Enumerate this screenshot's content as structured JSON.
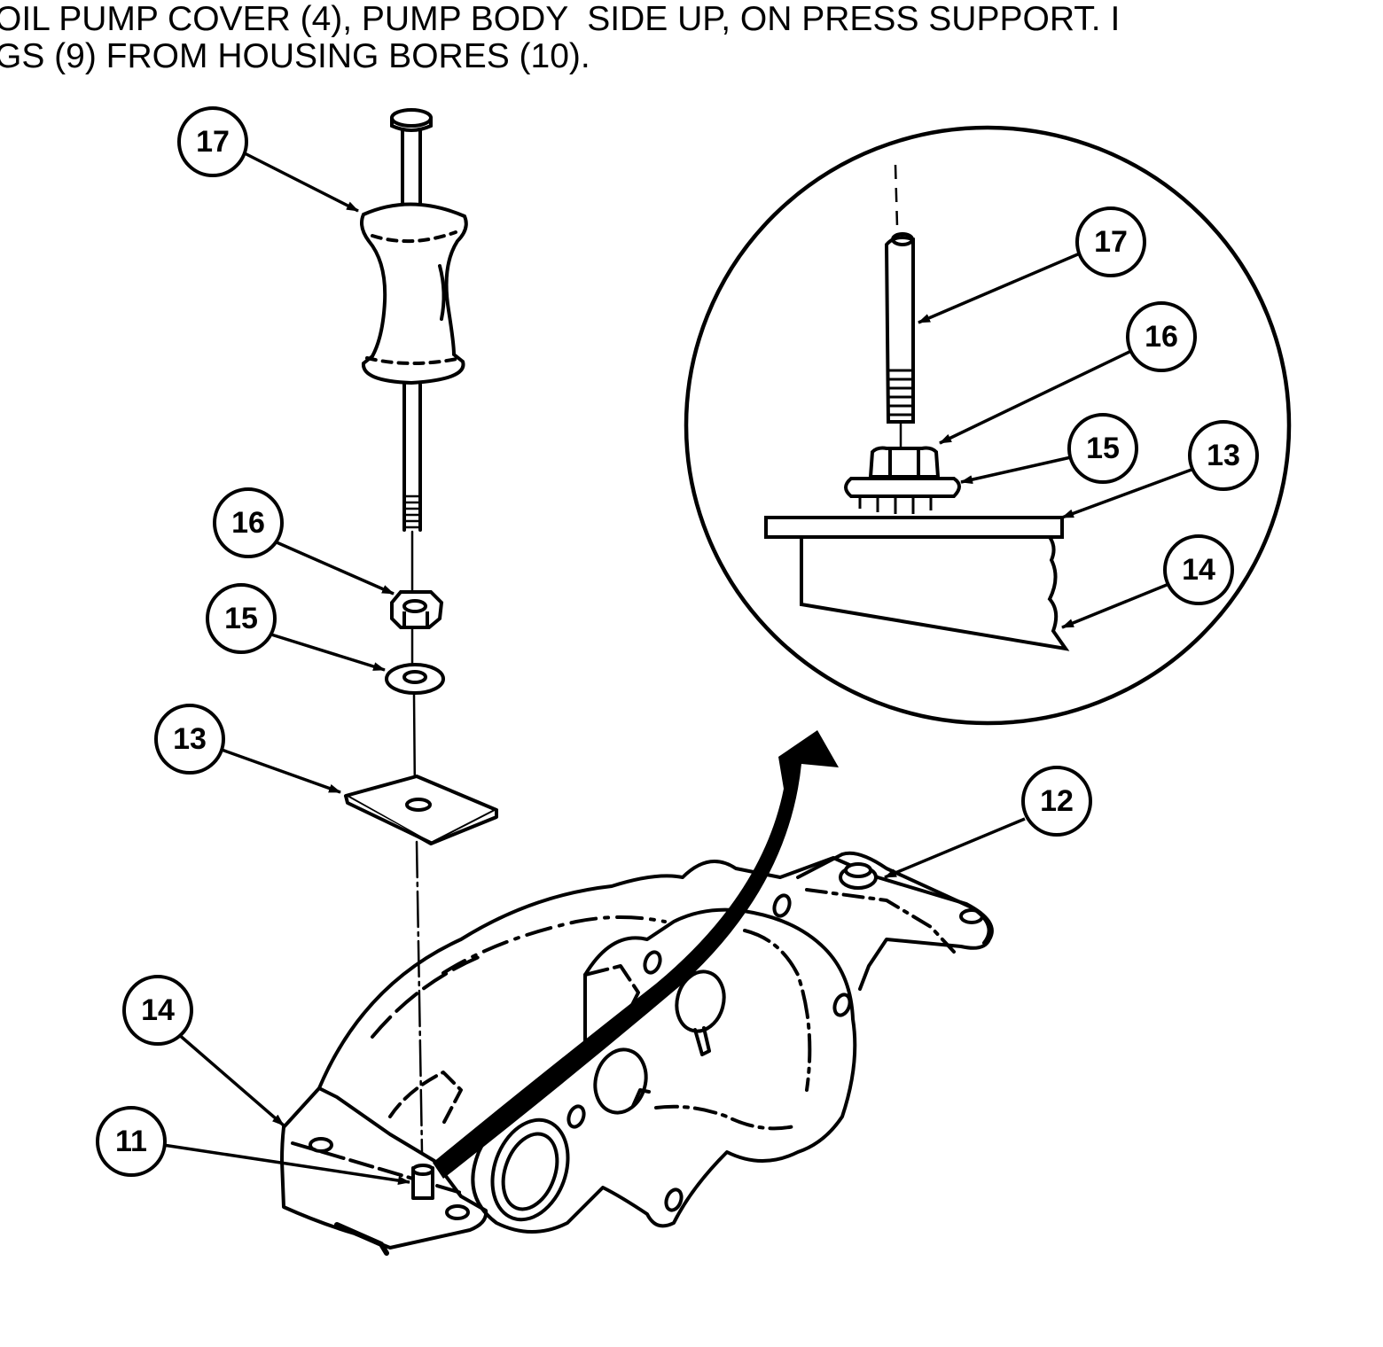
{
  "header": {
    "line1": "OIL PUMP COVER (4), PUMP BODY  SIDE UP, ON PRESS SUPPORT. I",
    "line2": "GS (9) FROM HOUSING BORES (10)."
  },
  "callouts": {
    "main_17": "17",
    "main_16": "16",
    "main_15": "15",
    "main_13": "13",
    "main_14": "14",
    "main_11": "11",
    "main_12": "12",
    "detail_17": "17",
    "detail_16": "16",
    "detail_15": "15",
    "detail_13": "13",
    "detail_14": "14"
  },
  "colors": {
    "ink": "#000000",
    "paper": "#ffffff"
  }
}
